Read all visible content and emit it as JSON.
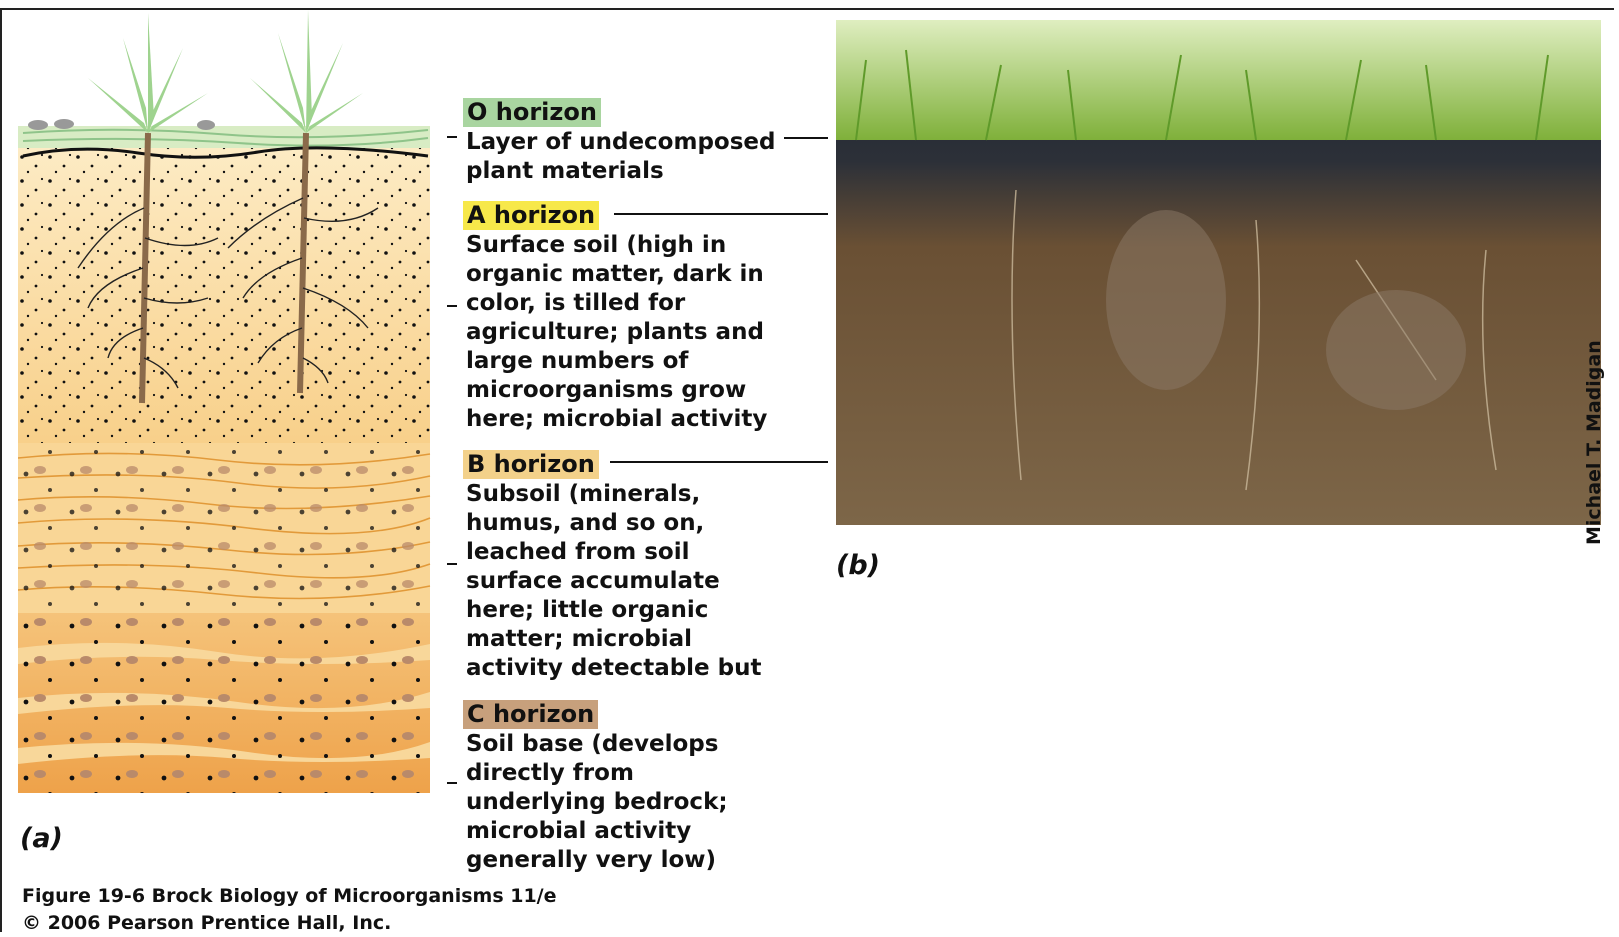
{
  "figure": {
    "panel_a_label": "(a)",
    "panel_b_label": "(b)",
    "photo_credit": "Michael T. Madigan",
    "caption_line1": "Figure 19-6 Brock Biology of Microorganisms 11/e",
    "caption_line2": "© 2006 Pearson Prentice Hall, Inc."
  },
  "horizons": [
    {
      "name": "O horizon",
      "color": "#a9d5a0",
      "description": "Layer of undecomposed\nplant materials"
    },
    {
      "name": "A horizon",
      "color": "#f7e84a",
      "description": "Surface soil (high in\norganic matter, dark in\ncolor, is tilled for\nagriculture; plants and\nlarge numbers of\nmicroorganisms grow\nhere; microbial activity"
    },
    {
      "name": "B horizon",
      "color": "#f3d18a",
      "description": "Subsoil (minerals,\nhumus, and so on,\nleached from soil\nsurface accumulate\nhere; little organic\nmatter; microbial\nactivity detectable but"
    },
    {
      "name": "C horizon",
      "color": "#c7a07c",
      "description": "Soil base (develops\ndirectly from\nunderlying bedrock;\nmicrobial activity\ngenerally very low)"
    }
  ]
}
